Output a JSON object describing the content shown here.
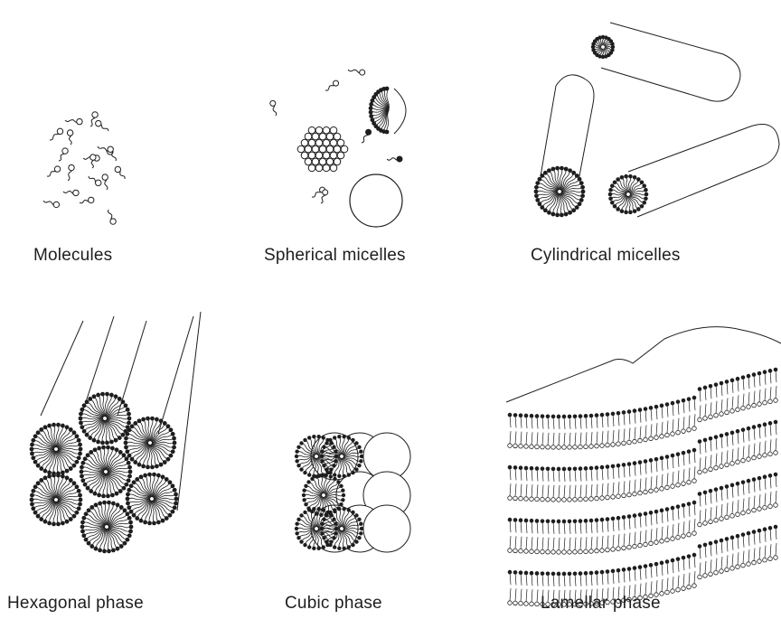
{
  "figure": {
    "panels": [
      {
        "id": "molecules",
        "label": "Molecules"
      },
      {
        "id": "spherical",
        "label": "Spherical micelles"
      },
      {
        "id": "cylindrical",
        "label": "Cylindrical micelles"
      },
      {
        "id": "hexagonal",
        "label": "Hexagonal phase"
      },
      {
        "id": "cubic",
        "label": "Cubic phase"
      },
      {
        "id": "lamellar",
        "label": "Lamellar phase"
      }
    ],
    "colors": {
      "ink": "#1e1e1e",
      "background": "#ffffff"
    }
  }
}
